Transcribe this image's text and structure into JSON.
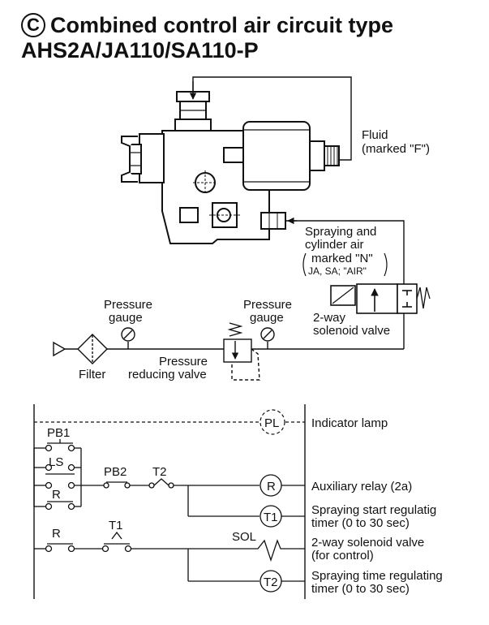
{
  "title": {
    "badge": "C",
    "line1": "Combined control air circuit type",
    "line2": "AHS2A/JA110/SA110-P"
  },
  "pneumatic": {
    "fluid_label": [
      "Fluid",
      "(marked \"F\")"
    ],
    "spraying_label": [
      "Spraying and",
      "cylinder air",
      "marked \"N\"",
      "JA, SA; \"AIR\""
    ],
    "pressure_gauge_1": [
      "Pressure",
      "gauge"
    ],
    "pressure_gauge_2": [
      "Pressure",
      "gauge"
    ],
    "solenoid_valve": [
      "2-way",
      "solenoid valve"
    ],
    "filter": "Filter",
    "reducing_valve": [
      "Pressure",
      "reducing valve"
    ]
  },
  "ladder": {
    "contacts": {
      "pb1": "PB1",
      "ls": "LS",
      "pb2": "PB2",
      "t2": "T2",
      "r_hold": "R",
      "r2": "R",
      "t1": "T1",
      "sol": "SOL"
    },
    "coils": {
      "pl": "PL",
      "r": "R",
      "t1": "T1",
      "t2": "T2"
    },
    "descriptions": {
      "indicator": "Indicator lamp",
      "aux_relay": "Auxiliary relay (2a)",
      "t1_desc": [
        "Spraying start regulatig",
        "timer (0 to 30 sec)"
      ],
      "sol_desc": [
        "2-way solenoid valve",
        "(for control)"
      ],
      "t2_desc": [
        "Spraying time regulating",
        "timer (0 to 30 sec)"
      ]
    }
  }
}
